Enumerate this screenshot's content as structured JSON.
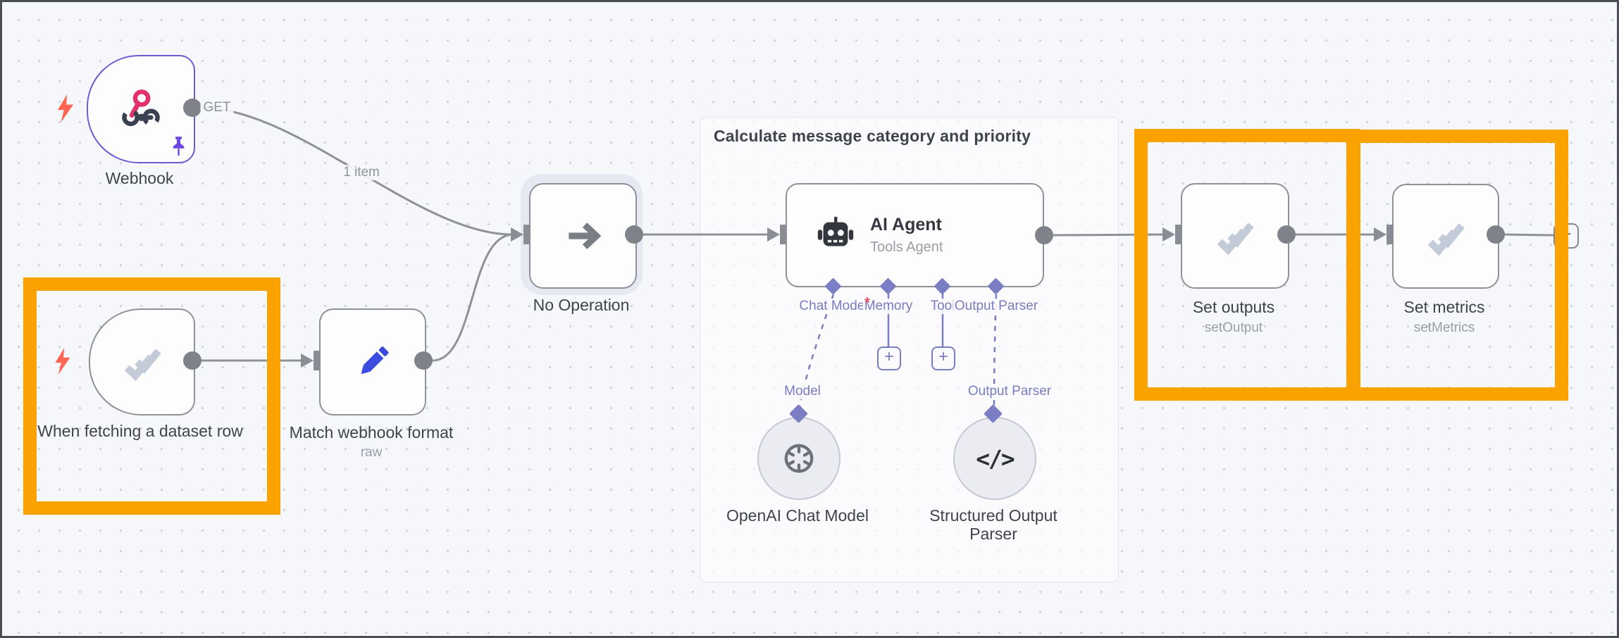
{
  "colors": {
    "canvas_bg": "#f6f7fa",
    "highlight_orange": "#faa300",
    "edge_gray": "#8e9196",
    "connector_purple": "#797cc0",
    "webhook_border": "#6e5bd2"
  },
  "frame": {
    "title": "Calculate message category and priority"
  },
  "edge_labels": {
    "get": "GET",
    "one_item": "1 item"
  },
  "nodes": {
    "webhook": {
      "label": "Webhook"
    },
    "dataset_trigger": {
      "label": "When fetching a dataset row"
    },
    "match_format": {
      "label": "Match webhook format",
      "subtitle": "raw"
    },
    "no_operation": {
      "label": "No Operation"
    },
    "ai_agent": {
      "title": "AI Agent",
      "subtitle": "Tools Agent",
      "ports": {
        "chat_model": "Chat Model",
        "required_marker": "*",
        "memory": "Memory",
        "tool": "Tool",
        "output_parser": "Output Parser"
      }
    },
    "openai_chat_model": {
      "label": "OpenAI Chat Model",
      "port_label": "Model"
    },
    "structured_output_parser": {
      "label": "Structured Output Parser",
      "port_label": "Output Parser"
    },
    "set_outputs": {
      "label": "Set outputs",
      "subtitle": "setOutput"
    },
    "set_metrics": {
      "label": "Set metrics",
      "subtitle": "setMetrics"
    }
  },
  "buttons": {
    "add_memory": "+",
    "add_tool": "+",
    "add_next_node": "+"
  }
}
